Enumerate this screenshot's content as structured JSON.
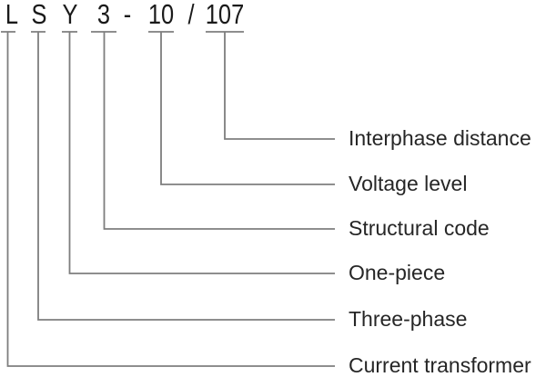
{
  "code": {
    "parts": [
      "L",
      "S",
      "Y",
      "3",
      "-",
      "10",
      "/",
      "107"
    ]
  },
  "legend": [
    {
      "code": "107",
      "label": "Interphase distance"
    },
    {
      "code": "10",
      "label": "Voltage level"
    },
    {
      "code": "3",
      "label": "Structural code"
    },
    {
      "code": "Y",
      "label": "One-piece"
    },
    {
      "code": "S",
      "label": "Three-phase"
    },
    {
      "code": "L",
      "label": "Current transformer"
    }
  ],
  "colors": {
    "text": "#1a1a1a",
    "label_text": "#262626",
    "line": "#7e7e7e",
    "background": "#ffffff"
  }
}
